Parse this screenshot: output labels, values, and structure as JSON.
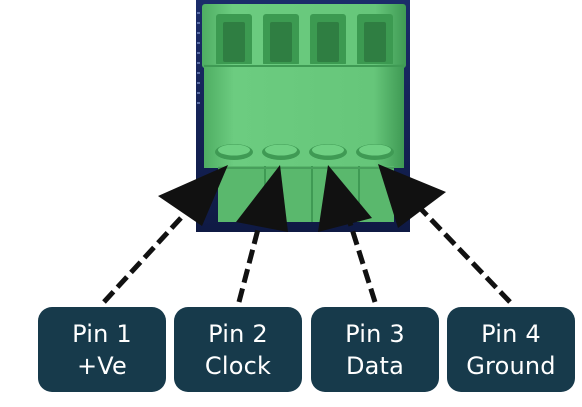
{
  "pins": [
    {
      "name": "Pin 1",
      "function": "+Ve"
    },
    {
      "name": "Pin 2",
      "function": "Clock"
    },
    {
      "name": "Pin 3",
      "function": "Data"
    },
    {
      "name": "Pin 4",
      "function": "Ground"
    }
  ],
  "colors": {
    "terminal_green": "#5fbf74",
    "terminal_dark_green": "#3e9a55",
    "label_box": "#173a4b",
    "label_text": "#ffffff",
    "arrow": "#111111"
  },
  "icons": [
    "screw-terminal-block-icon",
    "arrow-icon"
  ]
}
